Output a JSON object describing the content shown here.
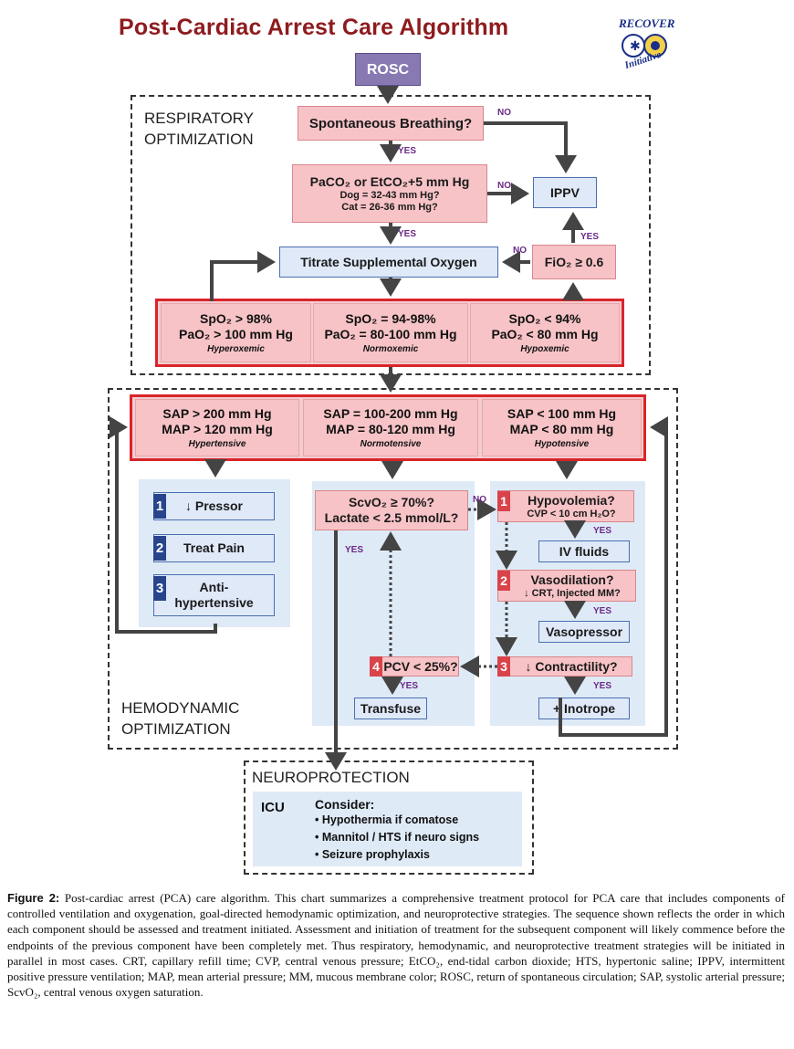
{
  "title": "Post-Cardiac Arrest Care Algorithm",
  "logo": {
    "top_text": "RECOVER",
    "bottom_text": "Initiative"
  },
  "rosc": "ROSC",
  "respiratory": {
    "label_line1": "RESPIRATORY",
    "label_line2": "OPTIMIZATION",
    "spontaneous": "Spontaneous Breathing?",
    "paco2_line1": "PaCO₂ or EtCO₂+5 mm Hg",
    "paco2_line2": "Dog = 32-43 mm Hg?",
    "paco2_line3": "Cat = 26-36 mm Hg?",
    "ippv": "IPPV",
    "titrate": "Titrate Supplemental Oxygen",
    "fio2": "FiO₂ ≥ 0.6",
    "hyper_line1": "SpO₂ > 98%",
    "hyper_line2": "PaO₂ > 100 mm Hg",
    "hyper_sub": "Hyperoxemic",
    "normo_line1": "SpO₂ = 94-98%",
    "normo_line2": "PaO₂ = 80-100 mm Hg",
    "normo_sub": "Normoxemic",
    "hypo_line1": "SpO₂ < 94%",
    "hypo_line2": "PaO₂ < 80 mm Hg",
    "hypo_sub": "Hypoxemic"
  },
  "hemodynamic": {
    "label_line1": "HEMODYNAMIC",
    "label_line2": "OPTIMIZATION",
    "hyper_line1": "SAP > 200 mm Hg",
    "hyper_line2": "MAP > 120 mm Hg",
    "hyper_sub": "Hypertensive",
    "normo_line1": "SAP = 100-200 mm Hg",
    "normo_line2": "MAP = 80-120 mm Hg",
    "normo_sub": "Normotensive",
    "hypo_line1": "SAP < 100 mm Hg",
    "hypo_line2": "MAP < 80 mm Hg",
    "hypo_sub": "Hypotensive",
    "pressor": "↓ Pressor",
    "treat_pain": "Treat Pain",
    "antihyp_line1": "Anti-",
    "antihyp_line2": "hypertensive",
    "scvo2_line1": "ScvO₂ ≥ 70%?",
    "scvo2_line2": "Lactate < 2.5 mmol/L?",
    "hypovolemia_line1": "Hypovolemia?",
    "hypovolemia_line2": "CVP < 10 cm H₂O?",
    "iv_fluids": "IV fluids",
    "vasodilation_line1": "Vasodilation?",
    "vasodilation_line2": "↓ CRT, Injected MM?",
    "vasopressor": "Vasopressor",
    "contractility": "↓ Contractility?",
    "inotrope": "+ Inotrope",
    "pcv": "PCV < 25%?",
    "transfuse": "Transfuse",
    "num1": "1",
    "num2": "2",
    "num3": "3",
    "num4": "4"
  },
  "labels": {
    "yes": "YES",
    "no": "NO"
  },
  "neuro": {
    "label": "NEUROPROTECTION",
    "icu": "ICU",
    "consider": "Consider:",
    "items": [
      "• Hypothermia if comatose",
      "• Mannitol / HTS if neuro signs",
      "• Seizure prophylaxis"
    ]
  },
  "caption": {
    "heading": "Figure 2:",
    "text": "Post-cardiac arrest (PCA) care algorithm. This chart summarizes a comprehensive treatment protocol for PCA care that includes components of controlled ventilation and oxygenation, goal-directed hemodynamic optimization, and neuroprotective strategies. The sequence shown reflects the order in which each component should be assessed and treatment initiated. Assessment and initiation of treatment for the subsequent component will likely commence before the endpoints of the previous component have been completely met. Thus respiratory, hemodynamic, and neuroprotective treatment strategies will be initiated in parallel in most cases. CRT, capillary refill time; CVP, central venous pressure; EtCO₂, end-tidal carbon dioxide; HTS, hypertonic saline; IPPV, intermittent positive pressure ventilation; MAP, mean arterial pressure; MM, mucous membrane color; ROSC, return of spontaneous circulation; SAP, systolic arterial pressure; ScvO₂, central venous oxygen saturation."
  },
  "colors": {
    "title": "#8e1b1e",
    "pink": "#f7c3c6",
    "red_border": "#d9252a",
    "blue_border": "#4a6fb0",
    "dark_blue": "#28458c",
    "rosc": "#8879b3",
    "label": "#6a2a86"
  }
}
